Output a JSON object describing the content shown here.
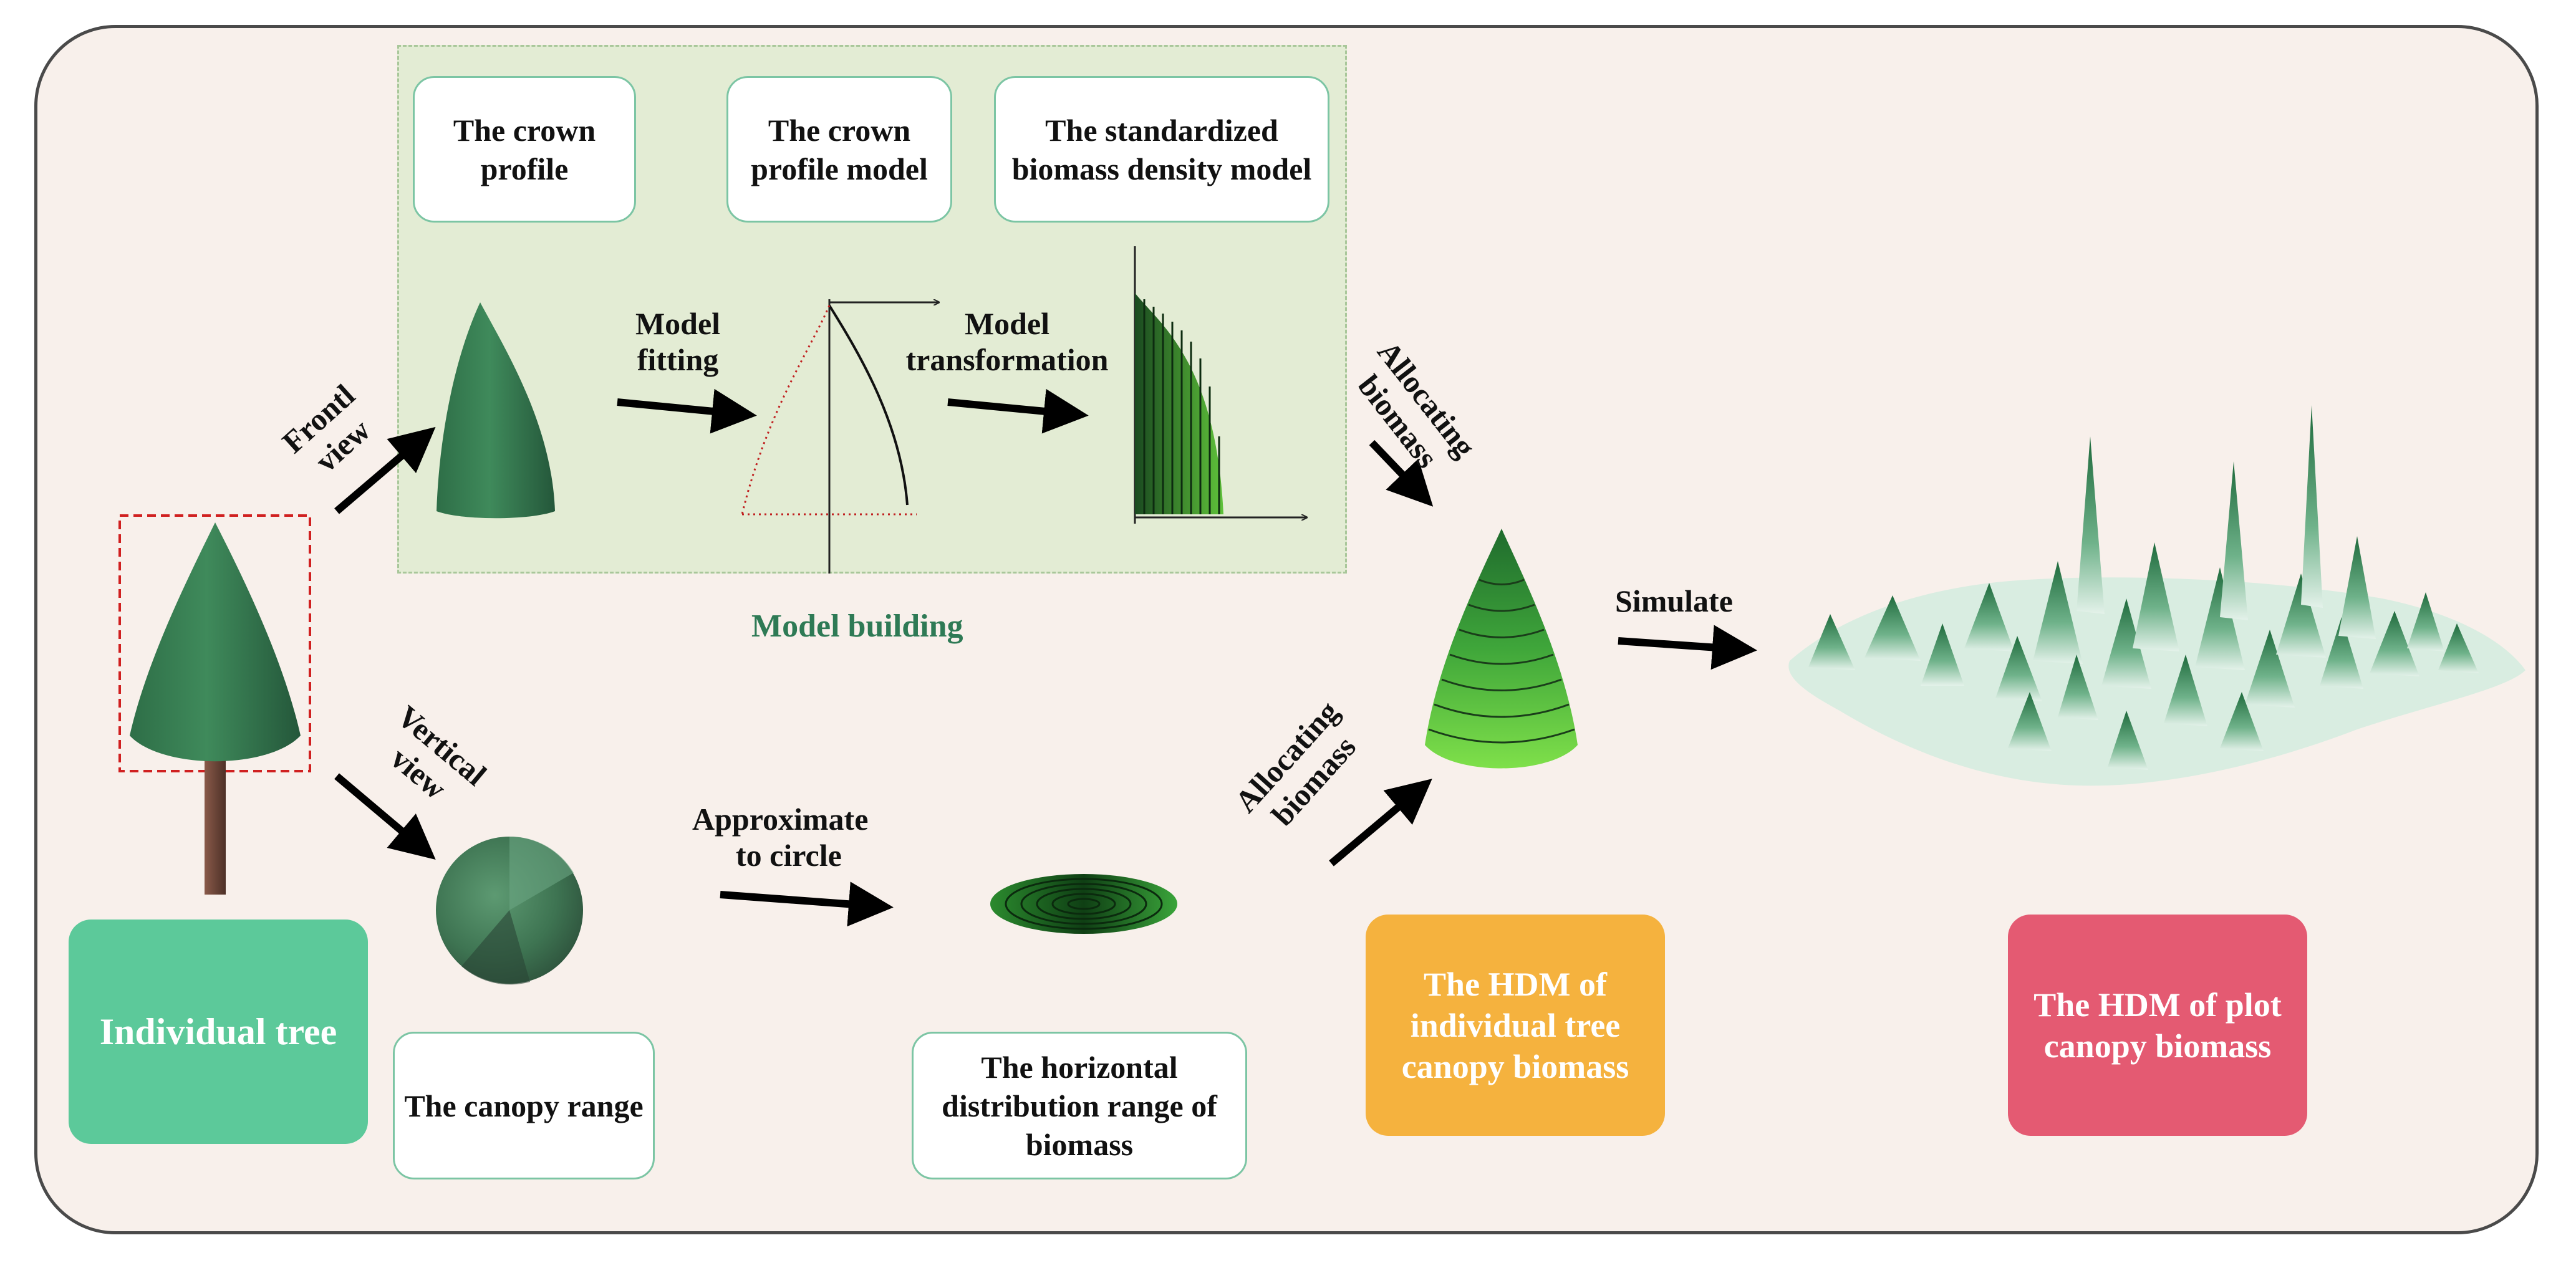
{
  "boxes": {
    "crown_profile": "The crown profile",
    "crown_profile_model": "The crown profile model",
    "density_model": "The standardized biomass density model",
    "canopy_range": "The canopy range",
    "horizontal_distribution": "The horizontal distribution range of biomass"
  },
  "colored_boxes": {
    "individual_tree": "Individual tree",
    "hdm_individual": "The HDM of individual tree canopy biomass",
    "hdm_plot": "The HDM of plot canopy biomass"
  },
  "panel": {
    "title": "Model building"
  },
  "arrows": {
    "front_view": {
      "line1": "Frontl",
      "line2": "view"
    },
    "vertical_view": {
      "line1": "Vertical",
      "line2": "view"
    },
    "model_fitting": {
      "line1": "Model",
      "line2": "fitting"
    },
    "model_transformation": {
      "line1": "Model",
      "line2": "transformation"
    },
    "allocating_top": {
      "line1": "Allocating",
      "line2": "biomass"
    },
    "allocating_bottom": {
      "line1": "Allocating",
      "line2": "biomass"
    },
    "approximate": {
      "line1": "Approximate",
      "line2": "to circle"
    },
    "simulate": "Simulate"
  },
  "colors": {
    "individual_tree_box": "#5cc99a",
    "hdm_individual_box": "#f5b23e",
    "hdm_plot_box": "#e45a72",
    "box_border": "#7cc5a4",
    "panel_fill": "#e3ecd4"
  }
}
